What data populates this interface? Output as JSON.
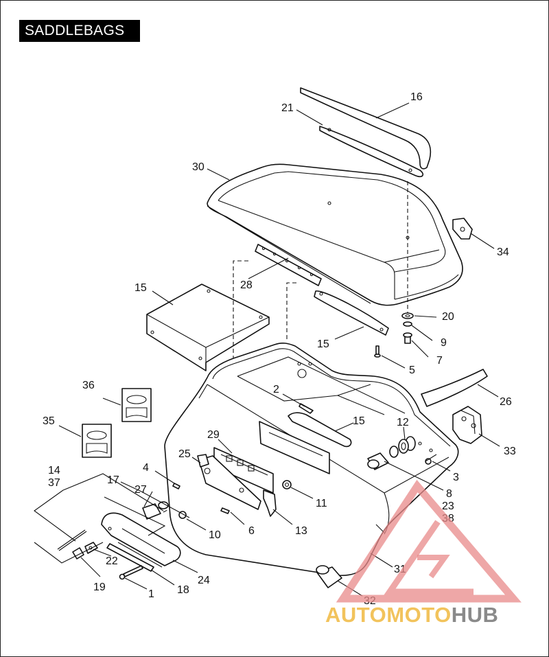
{
  "title": "SADDLEBAGS",
  "callouts": {
    "c1": "1",
    "c2": "2",
    "c3": "3",
    "c4": "4",
    "c5": "5",
    "c6": "6",
    "c7": "7",
    "c8": "8",
    "c9": "9",
    "c10": "10",
    "c11": "11",
    "c12": "12",
    "c13": "13",
    "c14": "14",
    "c15a": "15",
    "c15b": "15",
    "c15c": "15",
    "c16": "16",
    "c17": "17",
    "c18": "18",
    "c19": "19",
    "c20": "20",
    "c21": "21",
    "c22": "22",
    "c23": "23",
    "c24": "24",
    "c25": "25",
    "c26": "26",
    "c27": "27",
    "c28": "28",
    "c29": "29",
    "c30": "30",
    "c31": "31",
    "c32": "32",
    "c33": "33",
    "c34": "34",
    "c35": "35",
    "c36": "36",
    "c37": "37",
    "c38": "38"
  },
  "watermark": {
    "part1": "AUTOMOTO",
    "part2": "HUB"
  },
  "colors": {
    "watermark_triangle": "#e88a8a",
    "watermark_auto": "#f2c35c",
    "watermark_hub": "#8a8a8a"
  }
}
